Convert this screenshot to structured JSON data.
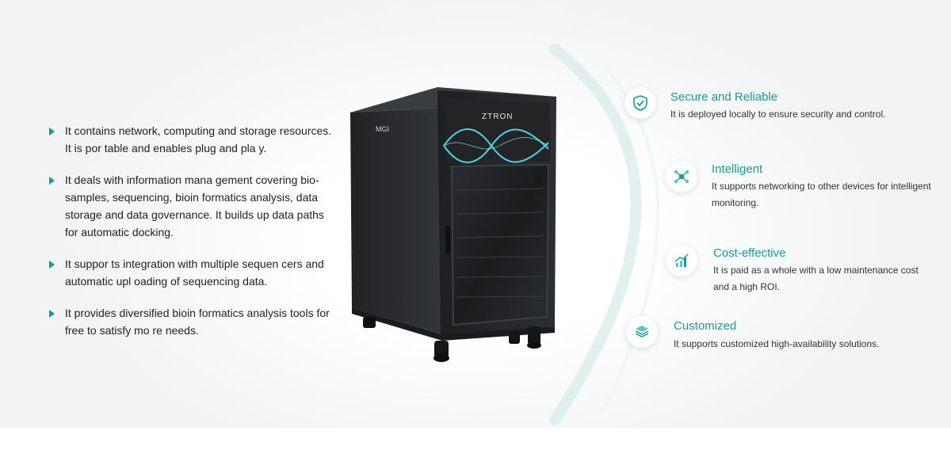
{
  "features": [
    "It contains network, computing and storage resources. It is por table and enables plug and pla y.",
    "It deals with information mana gement covering bio-samples, sequencing, bioin formatics analysis, data storage and data governance. It builds up data paths for automatic docking.",
    "It suppor ts integration with multiple sequen cers and automatic upl oading of sequencing data.",
    "It provides diversified bioin formatics analysis tools for free to satisfy mo re needs."
  ],
  "device": {
    "brand": "ZTRON",
    "side_logo": "MGI"
  },
  "benefits": [
    {
      "title": "Secure and Reliable",
      "description": "It is deployed locally to ensure security and control.",
      "icon": "shield-check-icon"
    },
    {
      "title": "Intelligent",
      "description": "It supports networking to other devices for intelligent monitoring.",
      "icon": "network-nodes-icon"
    },
    {
      "title": "Cost-effective",
      "description": "It is paid as a whole with a low maintenance cost and a high ROI.",
      "icon": "growth-chart-icon"
    },
    {
      "title": "Customized",
      "description": "It supports customized high-availability solutions.",
      "icon": "layers-icon"
    }
  ],
  "colors": {
    "accent": "#1a9a8e",
    "arc": "#d5ecea",
    "cabinet": "#2a2c2e"
  }
}
